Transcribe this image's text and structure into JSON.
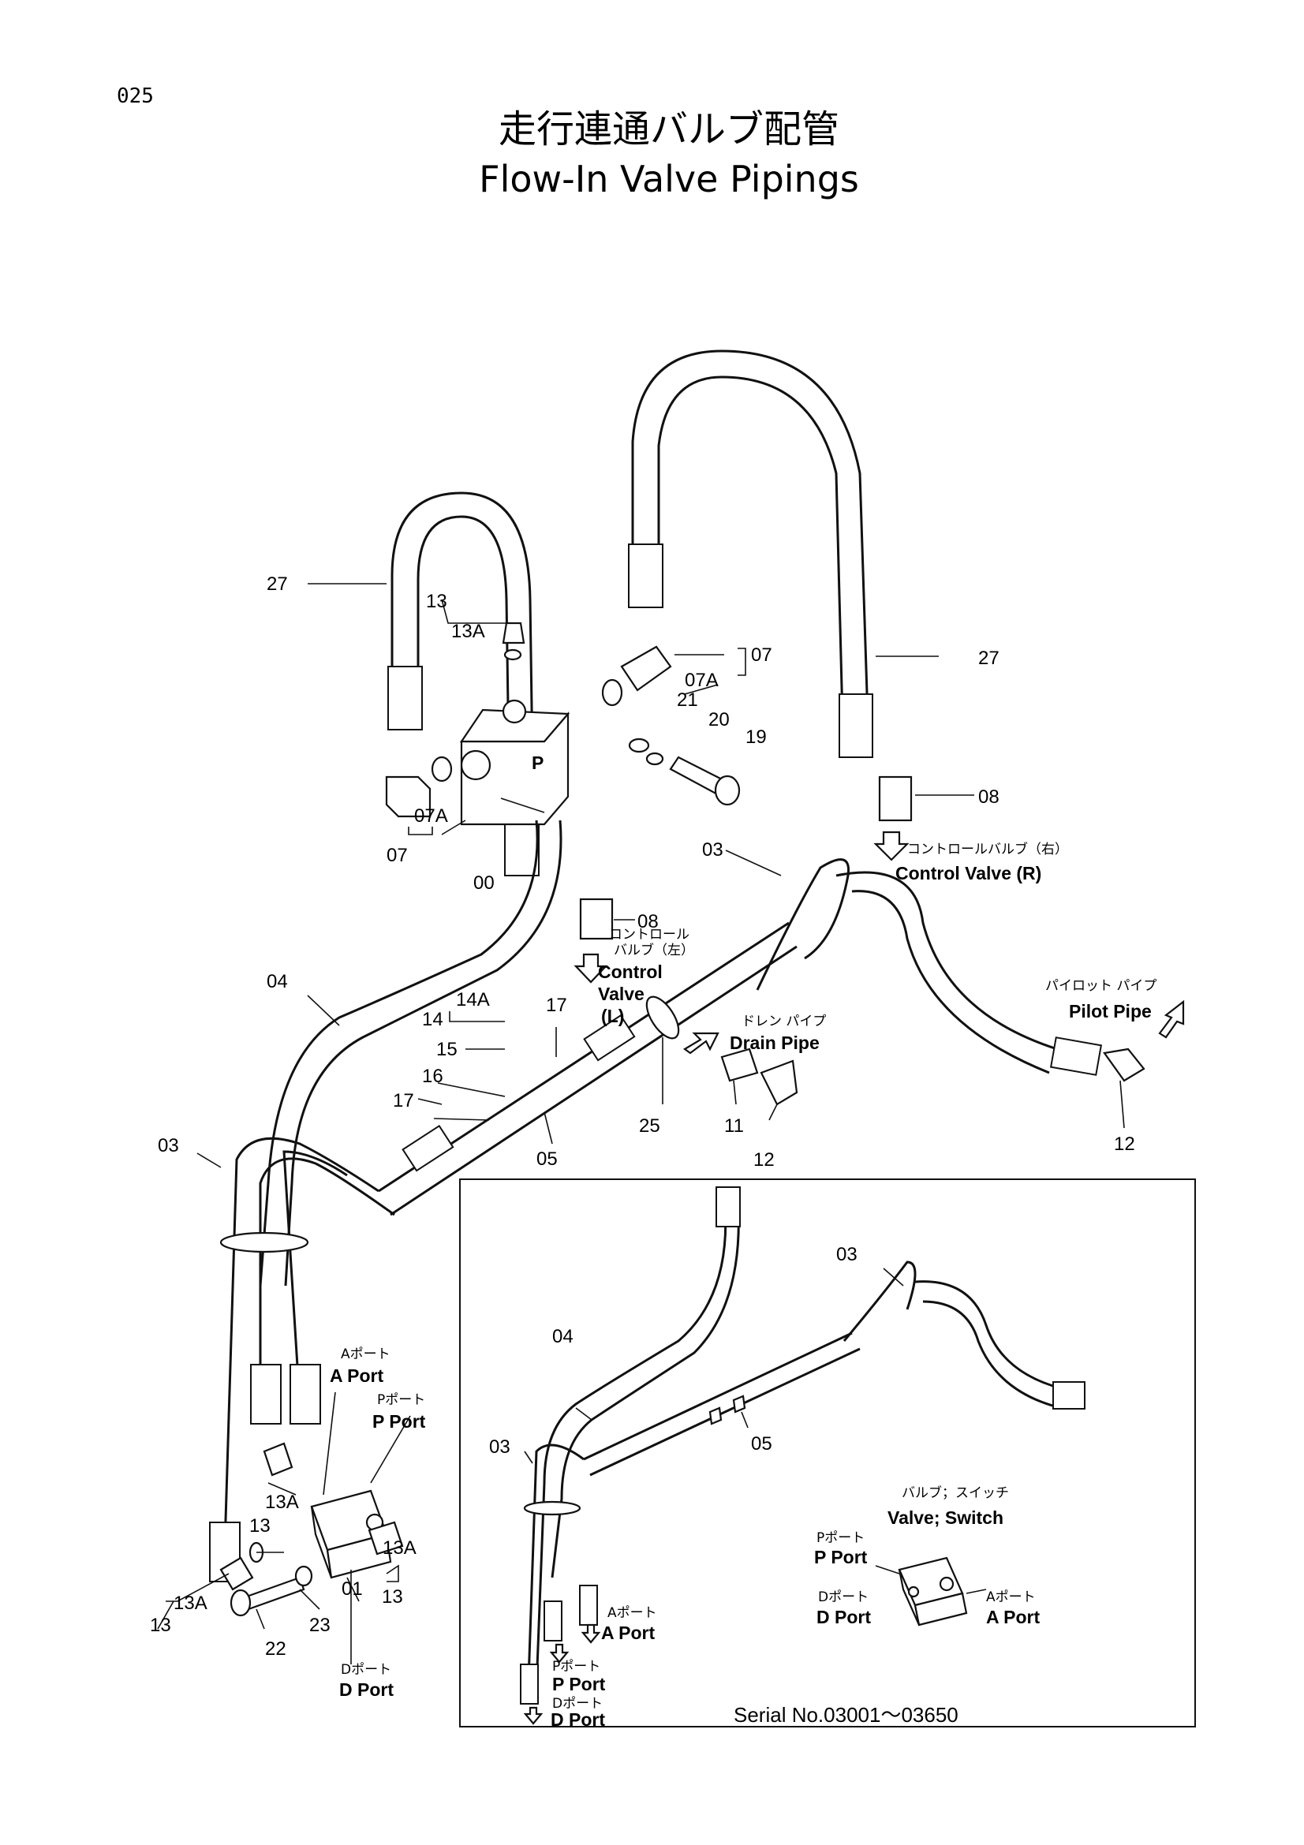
{
  "page_number": "025",
  "title_jp": "走行連通バルブ配管",
  "title_en": "Flow-In Valve Pipings",
  "callouts": {
    "c27a": "27",
    "c13a": "13",
    "c13Aa": "13A",
    "c07Aa": "07A",
    "c07a": "07",
    "c00": "00",
    "c07b": "07",
    "c07Ab": "07A",
    "c21": "21",
    "c20": "20",
    "c19": "19",
    "c27b": "27",
    "c08a": "08",
    "c03a": "03",
    "c08b": "08",
    "c04": "04",
    "c14A": "14A",
    "c14": "14",
    "c15": "15",
    "c16": "16",
    "c17a": "17",
    "c17b": "17",
    "c25": "25",
    "c11": "11",
    "c12a": "12",
    "c12b": "12",
    "c05": "05",
    "c03b": "03",
    "c13Ab": "13A",
    "c13b": "13",
    "c13Ac": "13A",
    "c13c": "13",
    "c13Ad": "13A",
    "c13d": "13",
    "c01": "01",
    "c23": "23",
    "c22": "22"
  },
  "labels": {
    "cv_right_jp": "コントロールバルブ（右）",
    "cv_right_en": "Control Valve (R)",
    "cv_left_jp_1": "コントロール",
    "cv_left_jp_2": "バルブ（左）",
    "cv_left_en_1": "Control",
    "cv_left_en_2": "Valve",
    "cv_left_en_3": "(L)",
    "drain_jp": "ドレン パイプ",
    "drain_en": "Drain Pipe",
    "pilot_jp": "パイロット パイプ",
    "pilot_en": "Pilot Pipe",
    "a_port_jp": "Aポート",
    "a_port_en": "A Port",
    "p_port_jp": "Pポート",
    "p_port_en": "P Port",
    "d_port_jp": "Dポート",
    "d_port_en": "D Port",
    "port_p_mark": "P"
  },
  "inset": {
    "c04": "04",
    "c03a": "03",
    "c03b": "03",
    "c05": "05",
    "valve_jp": "バルブ；スイッチ",
    "valve_en": "Valve; Switch",
    "p_port_jp": "Pポート",
    "p_port_en": "P Port",
    "d_port_jp": "Dポート",
    "d_port_en": "D Port",
    "a_port_jp": "Aポート",
    "a_port_en": "A Port",
    "hose_a_jp": "Aポート",
    "hose_a_en": "A Port",
    "hose_p_jp": "Pポート",
    "hose_p_en": "P Port",
    "hose_d_jp": "Dポート",
    "hose_d_en": "D Port",
    "serial": "Serial  No.03001～03650"
  }
}
